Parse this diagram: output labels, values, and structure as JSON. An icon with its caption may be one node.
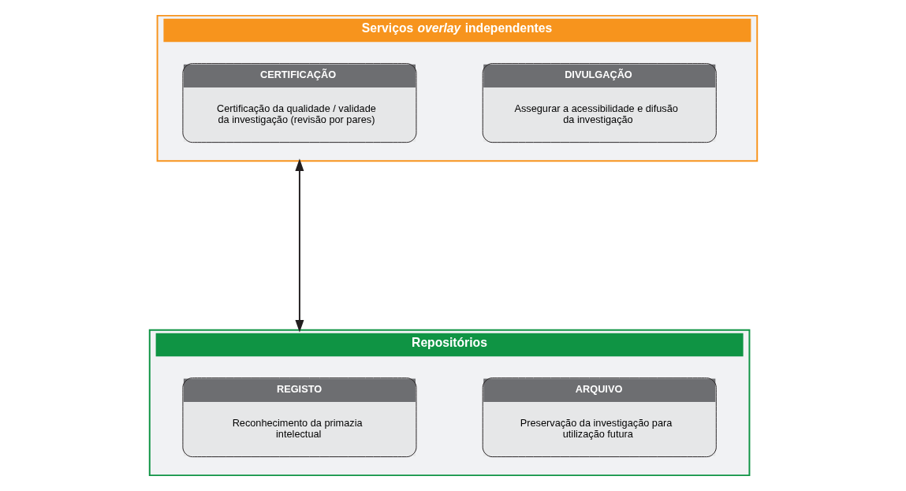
{
  "diagram": {
    "nodes": [
      {
        "text": [
          "Serviços *overlay* independentes"
        ]
      },
      {
        "text": [
          "CERTIFICAÇÃO",
          "Certificação da qualidade / validade da investigação (revisão por pares)"
        ],
        "in": 0
      },
      {
        "text": [
          "DIVULGAÇÃO",
          "Assegurar a acessibilidade e difusão da investigação"
        ],
        "in": 0
      },
      {
        "text": [
          "Repositórios"
        ]
      },
      {
        "text": [
          "REGISTO",
          "Reconhecimento da primazia intelectual"
        ],
        "in": 3
      },
      {
        "text": [
          "ARQUIVO",
          "Preservação da investigação para utilização futura"
        ],
        "in": 3
      }
    ],
    "edges": [
      {
        "from": 0,
        "to": 3,
        "arrow": "both"
      }
    ]
  }
}
